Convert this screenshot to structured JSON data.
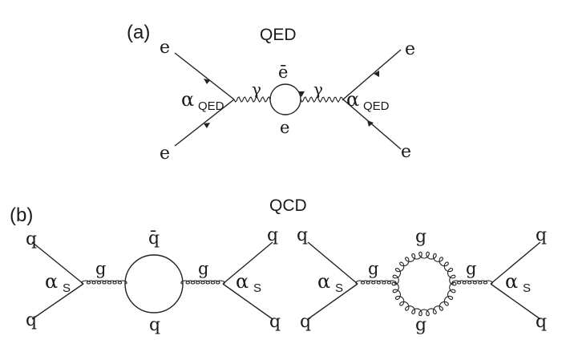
{
  "panel_a": {
    "label": "(a)",
    "title": "QED",
    "electron_top_left": "e",
    "electron_bottom_left": "e",
    "electron_top_right": "e",
    "electron_bottom_right": "e",
    "coupling_left": "α",
    "coupling_left_sub": "QED",
    "coupling_right": "α",
    "coupling_right_sub": "QED",
    "photon_left": "γ",
    "photon_right": "γ",
    "loop_top": "ē",
    "loop_bottom": "e"
  },
  "panel_b": {
    "label": "(b)",
    "title": "QCD",
    "left_diagram": {
      "quark_top_left": "q",
      "quark_bottom_left": "q",
      "quark_top_right": "q",
      "quark_bottom_right": "q",
      "coupling_left": "α",
      "coupling_left_sub": "S",
      "coupling_right": "α",
      "coupling_right_sub": "S",
      "gluon_left": "g",
      "gluon_right": "g",
      "loop_top": "q̄",
      "loop_bottom": "q"
    },
    "right_diagram": {
      "quark_top_left": "q",
      "quark_bottom_left": "q",
      "quark_top_right": "q",
      "quark_bottom_right": "q",
      "coupling_left": "α",
      "coupling_left_sub": "S",
      "coupling_right": "α",
      "coupling_right_sub": "S",
      "gluon_left": "g",
      "gluon_right": "g",
      "loop_top": "g",
      "loop_bottom": "g"
    }
  }
}
